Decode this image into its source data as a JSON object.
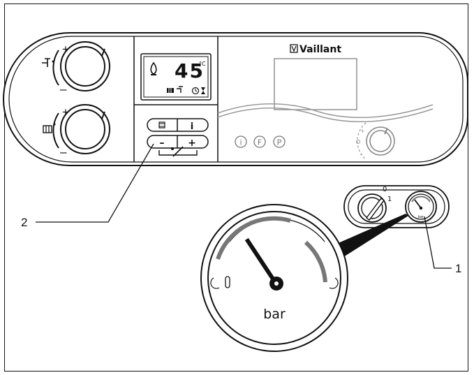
{
  "brand": "Vaillant",
  "display": {
    "temperature": "45",
    "unit": "°C"
  },
  "buttons": {
    "minus": "–",
    "plus": "+",
    "info": "i"
  },
  "info_buttons": [
    "i",
    "F",
    "P"
  ],
  "small_gauge": {
    "switch_labels": [
      "0",
      "1"
    ],
    "unit": "bar"
  },
  "big_gauge": {
    "unit": "bar"
  },
  "callouts": [
    "1",
    "2"
  ],
  "dial_marks": [
    "+",
    "–"
  ]
}
